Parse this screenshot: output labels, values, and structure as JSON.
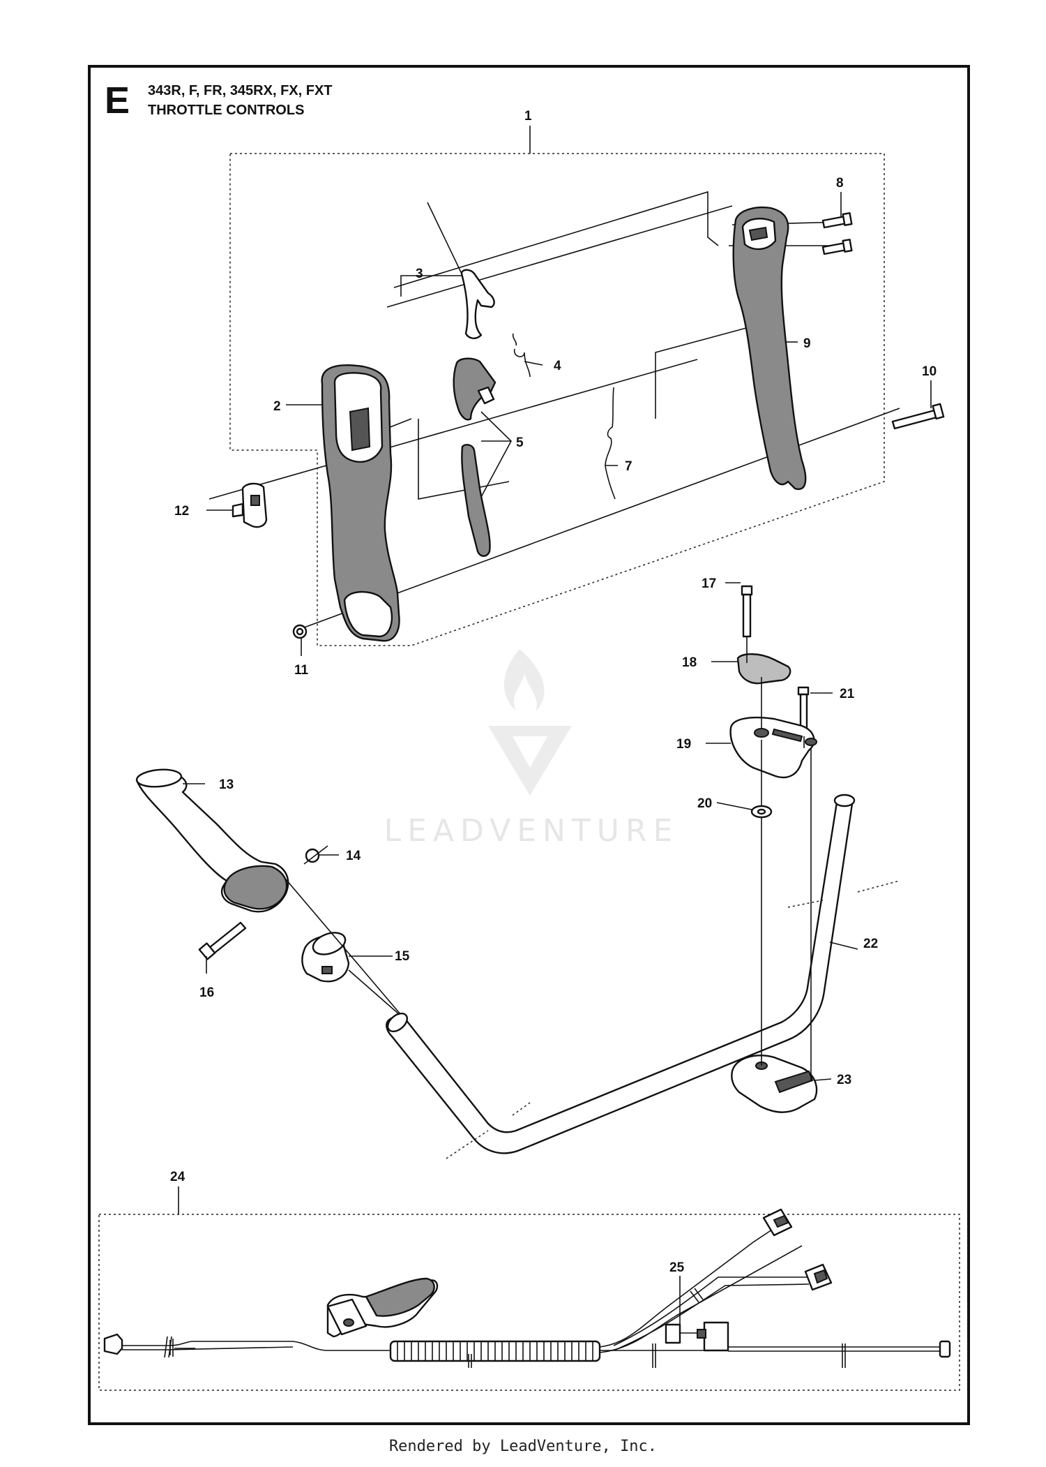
{
  "header": {
    "section_letter": "E",
    "models": "343R, F, FR, 345RX, FX, FXT",
    "title": "THROTTLE CONTROLS"
  },
  "watermark": {
    "text": "LEADVENTURE"
  },
  "footer": {
    "text": "Rendered by LeadVenture, Inc."
  },
  "callouts": [
    {
      "id": "1",
      "label": "1"
    },
    {
      "id": "2",
      "label": "2"
    },
    {
      "id": "3",
      "label": "3"
    },
    {
      "id": "4",
      "label": "4"
    },
    {
      "id": "5",
      "label": "5"
    },
    {
      "id": "7",
      "label": "7"
    },
    {
      "id": "8",
      "label": "8"
    },
    {
      "id": "9",
      "label": "9"
    },
    {
      "id": "10",
      "label": "10"
    },
    {
      "id": "11",
      "label": "11"
    },
    {
      "id": "12",
      "label": "12"
    },
    {
      "id": "13",
      "label": "13"
    },
    {
      "id": "14",
      "label": "14"
    },
    {
      "id": "15",
      "label": "15"
    },
    {
      "id": "16",
      "label": "16"
    },
    {
      "id": "17",
      "label": "17"
    },
    {
      "id": "18",
      "label": "18"
    },
    {
      "id": "19",
      "label": "19"
    },
    {
      "id": "20",
      "label": "20"
    },
    {
      "id": "21",
      "label": "21"
    },
    {
      "id": "22",
      "label": "22"
    },
    {
      "id": "23",
      "label": "23"
    },
    {
      "id": "24",
      "label": "24"
    },
    {
      "id": "25",
      "label": "25"
    }
  ]
}
